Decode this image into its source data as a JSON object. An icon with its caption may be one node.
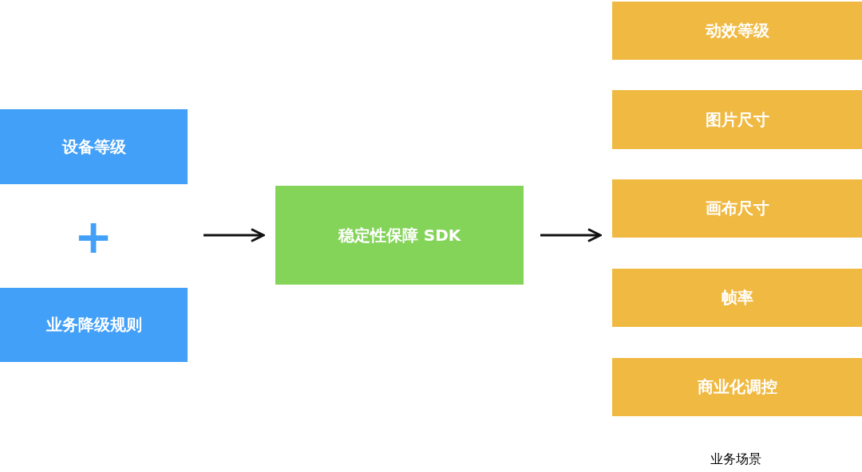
{
  "diagram": {
    "nodes": [
      {
        "text": [
          "设备等级"
        ]
      },
      {
        "text": [
          "业务降级规则"
        ]
      },
      {
        "text": [
          "稳定性保障 SDK"
        ]
      },
      {
        "text": [
          "动效等级"
        ]
      },
      {
        "text": [
          "图片尺寸"
        ]
      },
      {
        "text": [
          "画布尺寸"
        ]
      },
      {
        "text": [
          "帧率"
        ]
      },
      {
        "text": [
          "商业化调控"
        ]
      }
    ],
    "edges": [
      {
        "from": null,
        "to": 2,
        "arrow": "to"
      },
      {
        "from": 2,
        "to": 5,
        "arrow": "to"
      }
    ],
    "labels": [
      "+",
      "业务场景"
    ]
  }
}
